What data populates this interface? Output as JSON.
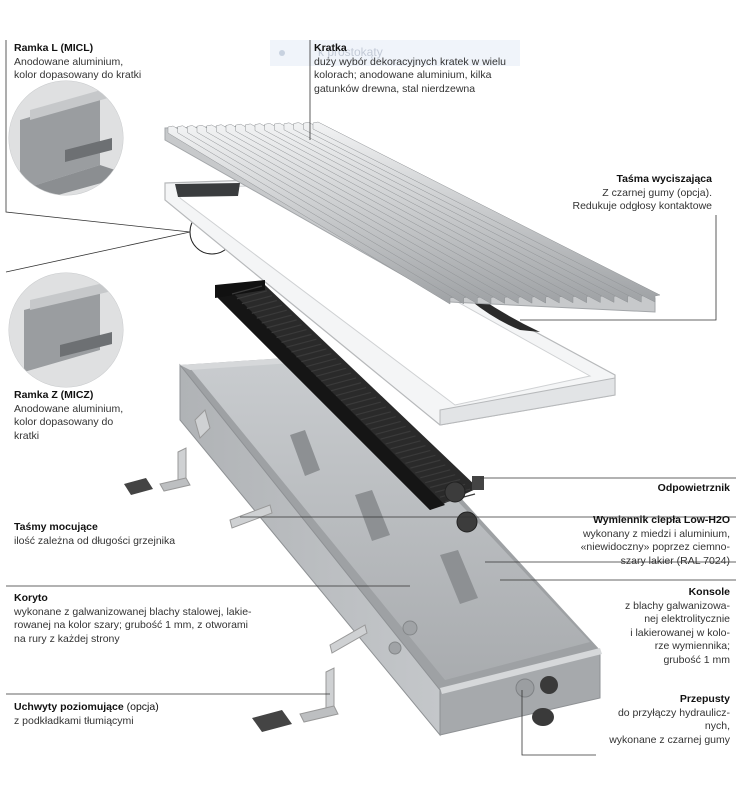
{
  "ghost_text": "k prostokąty",
  "labels": {
    "ramka_l": {
      "title": "Ramka L (MICL)",
      "desc": "Anodowane aluminium,\nkolor dopasowany do kratki"
    },
    "kratka": {
      "title": "Kratka",
      "desc": "duży wybór dekoracyjnych kratek w wielu\nkolorach; anodowane aluminium, kilka\ngatunków drewna, stal nierdzewna"
    },
    "tasma_wyciszajaca": {
      "title": "Taśma wyciszająca",
      "desc": "Z czarnej gumy (opcja).\nRedukuje odgłosy kontaktowe"
    },
    "ramka_z": {
      "title": "Ramka Z (MICZ)",
      "desc": "Anodowane aluminium,\nkolor dopasowany do\nkratki"
    },
    "odpowietrznik": {
      "title": "Odpowietrznik",
      "desc": ""
    },
    "tasmy_mocujace": {
      "title": "Taśmy mocujące",
      "desc": "ilość zależna od długości grzejnika"
    },
    "wymiennik": {
      "title": "Wymiennik ciepła Low-H2O",
      "desc": "wykonany z miedzi i aluminium,\n«niewidoczny» poprzez ciemno-\nszary lakier (RAL 7024)"
    },
    "koryto": {
      "title": "Koryto",
      "desc": "wykonane z galwanizowanej blachy stalowej, lakie-\nrowanej na kolor szary; grubość 1 mm, z otworami\nna rury z każdej strony"
    },
    "konsole": {
      "title": "Konsole",
      "desc": "z blachy galwanizowa-\nnej elektrolitycznie\ni lakierowanej w kolo-\nrze wymiennika;\ngrubość 1 mm"
    },
    "uchwyty": {
      "title_main": "Uchwyty poziomujące",
      "title_opt": "(opcja)",
      "desc": "z podkładkami tłumiącymi"
    },
    "przepusty": {
      "title": "Przepusty",
      "desc": "do przyłączy hydraulicz-\nnych,\nwykonane z czarnej gumy"
    }
  },
  "colors": {
    "trough": "#b9bcbf",
    "trough_dark": "#8e9194",
    "heater": "#1e1e1e",
    "grille": "#d8dadc",
    "leader": "#333333"
  }
}
